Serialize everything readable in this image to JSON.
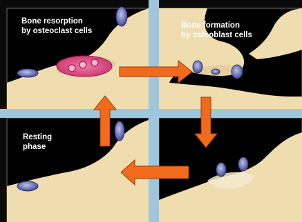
{
  "labels": {
    "resorption": "Bone resorption\nby osteoclast cells",
    "formation": "Bone formation\nby osteoblast cells",
    "resting": "Resting\nphase"
  },
  "colors": {
    "background": "#000000",
    "bone": "#efddb0",
    "bone_shadow": "#d8c190",
    "divider": "#9ec6dd",
    "arrow": "#f26b1d",
    "arrow_outline": "#9a3a08",
    "osteoclast": "#d8437e",
    "osteoclast_nucleus": "#f4a6c4",
    "cell_body": "#4a4fa0",
    "cell_light": "#8fa0d8",
    "panel_border": "#7a7a7a"
  }
}
